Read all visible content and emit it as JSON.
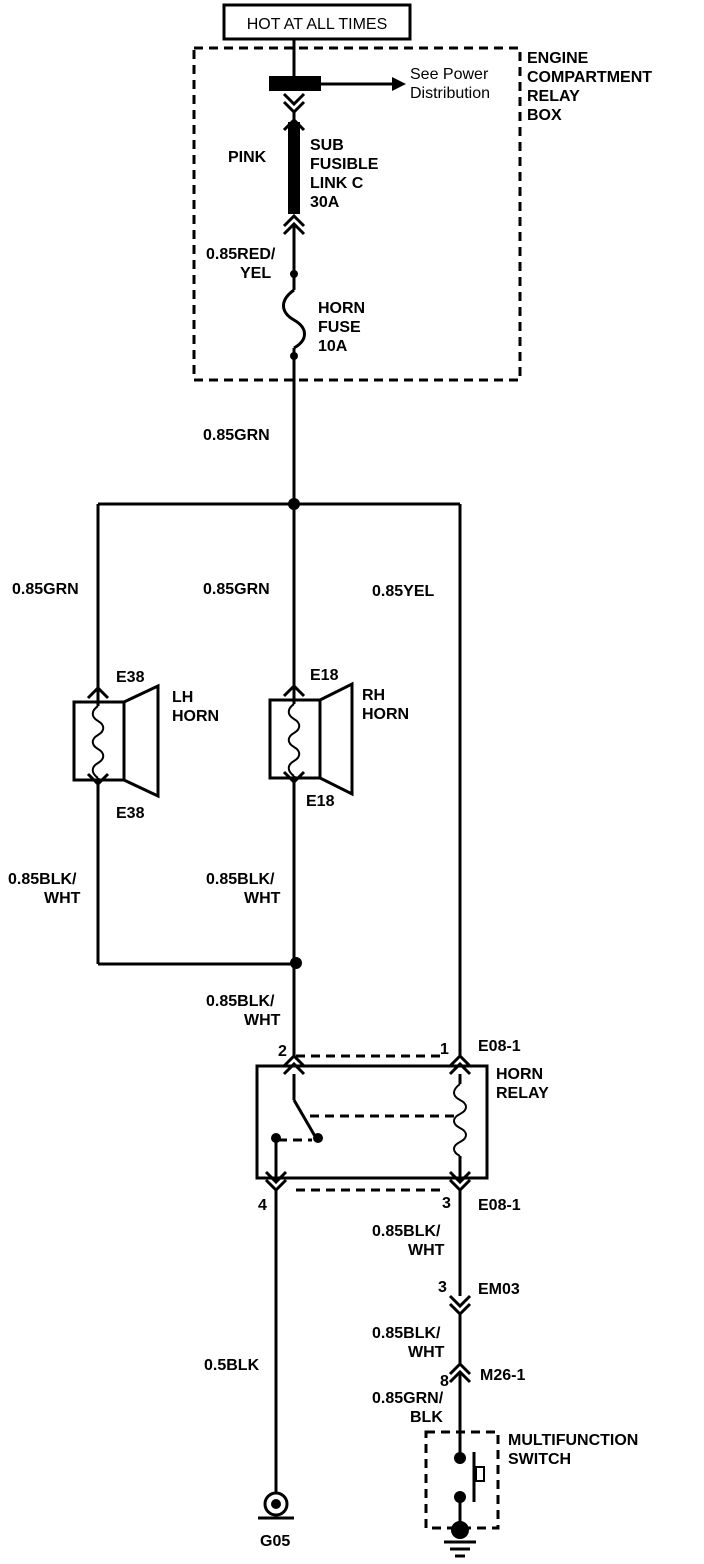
{
  "power": {
    "hot_label": "HOT AT ALL TIMES",
    "see_power_line1": "See Power",
    "see_power_line2": "Distribution"
  },
  "relay_box": {
    "line1": "ENGINE",
    "line2": "COMPARTMENT",
    "line3": "RELAY",
    "line4": "BOX"
  },
  "fusible_link": {
    "color_label": "PINK",
    "line1": "SUB",
    "line2": "FUSIBLE",
    "line3": "LINK C",
    "line4": "30A"
  },
  "horn_fuse": {
    "line1": "HORN",
    "line2": "FUSE",
    "line3": "10A"
  },
  "wires": {
    "red_yel_1": "0.85RED/",
    "red_yel_2": "YEL",
    "grn_main": "0.85GRN",
    "grn_left": "0.85GRN",
    "grn_center": "0.85GRN",
    "yel_right": "0.85YEL",
    "blk_wht_left_1": "0.85BLK/",
    "blk_wht_left_2": "WHT",
    "blk_wht_center_1": "0.85BLK/",
    "blk_wht_center_2": "WHT",
    "blk_wht_lower_1": "0.85BLK/",
    "blk_wht_lower_2": "WHT",
    "blk_wht_r1_1": "0.85BLK/",
    "blk_wht_r1_2": "WHT",
    "blk_wht_r2_1": "0.85BLK/",
    "blk_wht_r2_2": "WHT",
    "grn_blk_1": "0.85GRN/",
    "grn_blk_2": "BLK",
    "blk_ground": "0.5BLK"
  },
  "lh_horn": {
    "connector_top": "E38",
    "connector_bottom": "E38",
    "line1": "LH",
    "line2": "HORN"
  },
  "rh_horn": {
    "connector_top": "E18",
    "connector_bottom": "E18",
    "line1": "RH",
    "line2": "HORN"
  },
  "horn_relay": {
    "line1": "HORN",
    "line2": "RELAY",
    "pin_2": "2",
    "pin_1": "1",
    "pin_4": "4",
    "pin_3": "3",
    "connector_top": "E08-1",
    "connector_bottom": "E08-1"
  },
  "inline_connectors": {
    "em03_pin": "3",
    "em03_name": "EM03",
    "m26_pin": "8",
    "m26_name": "M26-1"
  },
  "multifunction_switch": {
    "line1": "MULTIFUNCTION",
    "line2": "SWITCH"
  },
  "ground": {
    "name": "G05"
  }
}
